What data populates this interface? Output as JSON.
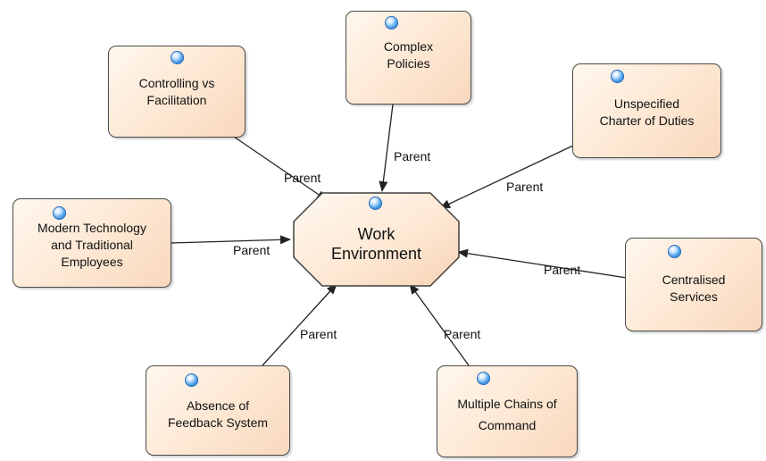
{
  "diagram": {
    "center": {
      "label_line1": "Work",
      "label_line2": "Environment"
    },
    "nodes": [
      {
        "id": "controlling",
        "line1": "Controlling vs",
        "line2": "Facilitation"
      },
      {
        "id": "complex",
        "line1": "Complex",
        "line2": "Policies"
      },
      {
        "id": "unspecified",
        "line1": "Unspecified",
        "line2": "Charter of Duties"
      },
      {
        "id": "modern",
        "line1": "Modern Technology",
        "line2": "and Traditional",
        "line3": "Employees"
      },
      {
        "id": "centralised",
        "line1": "Centralised",
        "line2": "Services"
      },
      {
        "id": "absence",
        "line1": "Absence of",
        "line2": "Feedback System"
      },
      {
        "id": "multiple",
        "line1": "Multiple Chains of",
        "line2": "Command"
      }
    ],
    "connector_label": "Parent",
    "colors": {
      "node_fill": "#fde7d2",
      "node_border": "#4a4a4a",
      "arrow": "#222222",
      "icon": "#4ea3ea"
    }
  }
}
